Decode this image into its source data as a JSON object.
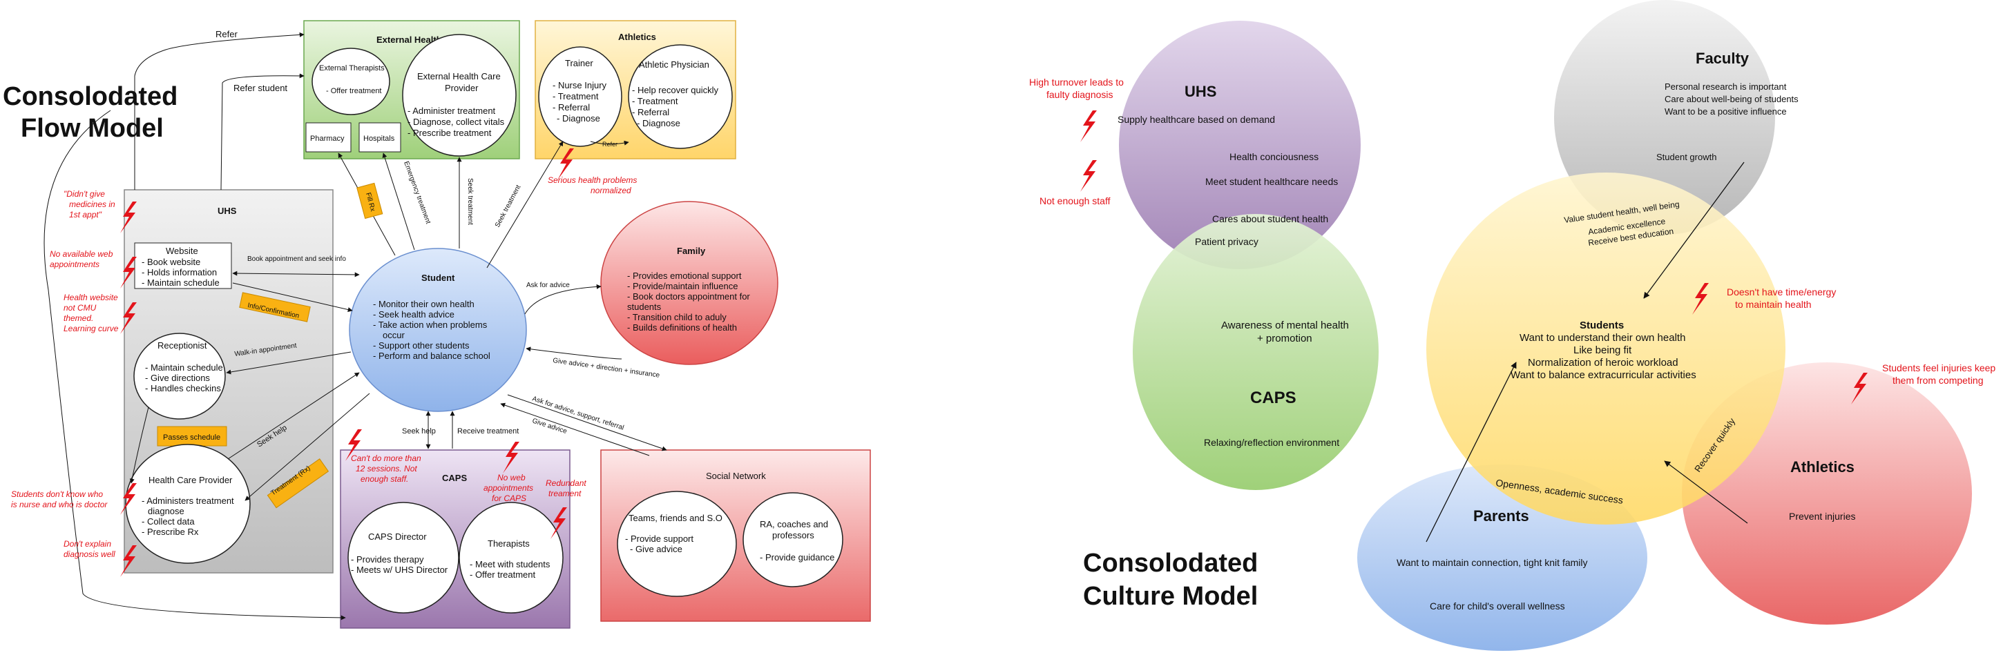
{
  "flow": {
    "title_line1": "Consolodated",
    "title_line2": "Flow Model",
    "external": {
      "title": "External Health Services",
      "therapists_title": "External Therapists",
      "therapists_item": "- Offer treatment",
      "provider_title_1": "External Health Care",
      "provider_title_2": "Provider",
      "provider_items": [
        "- Administer treatment",
        "- Diagnose, collect vitals",
        "- Prescribe treatment"
      ],
      "pharmacy": "Pharmacy",
      "hospitals": "Hospitals"
    },
    "athletics": {
      "title": "Athletics",
      "trainer_title": "Trainer",
      "trainer_items": [
        "- Nurse Injury",
        "- Treatment",
        "- Referral",
        "- Diagnose"
      ],
      "physician_title": "Athletic Physician",
      "physician_items": [
        "- Help recover quickly",
        "- Treatment",
        "- Referral",
        "- Diagnose"
      ],
      "refer": "Refer"
    },
    "uhs": {
      "title": "UHS",
      "website_title": "Website",
      "website_items": [
        "- Book website",
        "- Holds information",
        "- Maintain schedule"
      ],
      "receptionist_title": "Receptionist",
      "receptionist_items": [
        "- Maintain schedule",
        "- Give directions",
        "- Handles checkins"
      ],
      "passes_schedule": "Passes schedule",
      "provider_title": "Health Care Provider",
      "provider_items": [
        "- Administers treatment",
        "diagnose",
        "- Collect data",
        "- Prescribe Rx"
      ]
    },
    "student": {
      "title": "Student",
      "items": [
        "- Monitor their own health",
        "- Seek health advice",
        "- Take action when problems",
        "occur",
        "- Support other students",
        "- Perform and balance school"
      ]
    },
    "family": {
      "title": "Family",
      "items": [
        "- Provides emotional support",
        "- Provide/maintain influence",
        "- Book doctors appointment for",
        "students",
        "- Transition child to aduly",
        "- Builds definitions of health"
      ]
    },
    "caps": {
      "title": "CAPS",
      "director_title": "CAPS Director",
      "director_items": [
        "- Provides therapy",
        "- Meets w/ UHS Director"
      ],
      "therapists_title": "Therapists",
      "therapists_items": [
        "- Meet with students",
        "- Offer treatment"
      ]
    },
    "social": {
      "title": "Social Network",
      "teams_title": "Teams, friends and S.O",
      "teams_items": [
        "- Provide support",
        "- Give advice"
      ],
      "ra_title_1": "RA, coaches and",
      "ra_title_2": "professors",
      "ra_items": [
        "- Provide guidance"
      ]
    },
    "connectors": {
      "refer": "Refer",
      "refer_student": "Refer student",
      "emergency_treatment": "Emergency treatment",
      "seek_treatment": "Seek treatment",
      "fill_rx": "Fill Rx",
      "ask_for_advice": "Ask for advice",
      "give_advice_direction": "Give advice + direction + insurance",
      "book_appointment": "Book appointment and seek info",
      "info_confirmation": "Info/Confirmation",
      "walk_in": "Walk-in appointment",
      "seek_help": "Seek help",
      "treatment_rx": "Treatment (Rx)",
      "receive_treatment": "Receive treatment",
      "ask_advice_support": "Ask for advice, support, referral",
      "give_advice": "Give advice"
    },
    "breakdowns": {
      "didnt_give": [
        "\"Didn't give",
        "medicines in",
        "1st appt\""
      ],
      "no_web": [
        "No available web",
        "appointments"
      ],
      "website_cmu": [
        "Health website",
        "not CMU",
        "themed.",
        "Learning curve"
      ],
      "nurse_doctor": [
        "Students don't know who",
        "is nurse and who is doctor"
      ],
      "dont_explain": [
        "Don't explain",
        "diagnosis well"
      ],
      "serious": [
        "Serious health problems",
        "normalized"
      ],
      "sessions": [
        "Can't do more than",
        "12 sessions. Not",
        "enough staff."
      ],
      "no_web_caps": [
        "No web",
        "appointments",
        "for CAPS"
      ],
      "redundant": [
        "Redundant",
        "treament"
      ]
    }
  },
  "culture": {
    "title_line1": "Consolodated",
    "title_line2": "Culture Model",
    "uhs": {
      "title": "UHS",
      "items": [
        "Supply healthcare based on demand",
        "Health conciousness",
        "Meet student healthcare needs"
      ]
    },
    "caps": {
      "title": "CAPS",
      "items": [
        "Awareness of mental health",
        "+ promotion",
        "Relaxing/reflection environment"
      ]
    },
    "faculty": {
      "title": "Faculty",
      "items": [
        "Personal research is important",
        "Care about well-being of students",
        "Want to be a positive influence"
      ]
    },
    "students": {
      "title": "Students",
      "items": [
        "Want to understand their own health",
        "Like being fit",
        "Normalization of heroic workload",
        "Want to balance extracurricular activities"
      ]
    },
    "parents": {
      "title": "Parents",
      "items": [
        "Want to maintain connection, tight knit family",
        "Care for child's overall wellness"
      ]
    },
    "athletics": {
      "title": "Athletics",
      "items": [
        "Prevent injuries"
      ]
    },
    "overlaps": {
      "cares_about": "Cares about student health",
      "patient_privacy": "Patient privacy",
      "student_growth": "Student growth",
      "value_items": [
        "Value student health, well being",
        "Academic excellence",
        "Receive best education"
      ],
      "openness": "Openness, academic success",
      "recover_quickly": "Recover quickly"
    },
    "breakdowns": {
      "turnover": [
        "High turnover leads to",
        "faulty diagnosis"
      ],
      "staff": "Not enough staff",
      "time_energy": [
        "Doesn't have time/energy",
        "to maintain health"
      ],
      "injuries": [
        "Students feel injuries keep",
        "them from competing"
      ]
    }
  },
  "colors": {
    "breakdown_red": "#e3141b",
    "tag_orange": "#f9b112",
    "uhs_purple": "#9a7ab0",
    "caps_green": "#98cd6f",
    "students_yellow": "#ffd862",
    "parents_blue": "#8cb2ea",
    "athletics_red": "#e85f5f",
    "faculty_grey": "#b3b3b3"
  },
  "icons": [
    "lightning-bolt-icon"
  ]
}
